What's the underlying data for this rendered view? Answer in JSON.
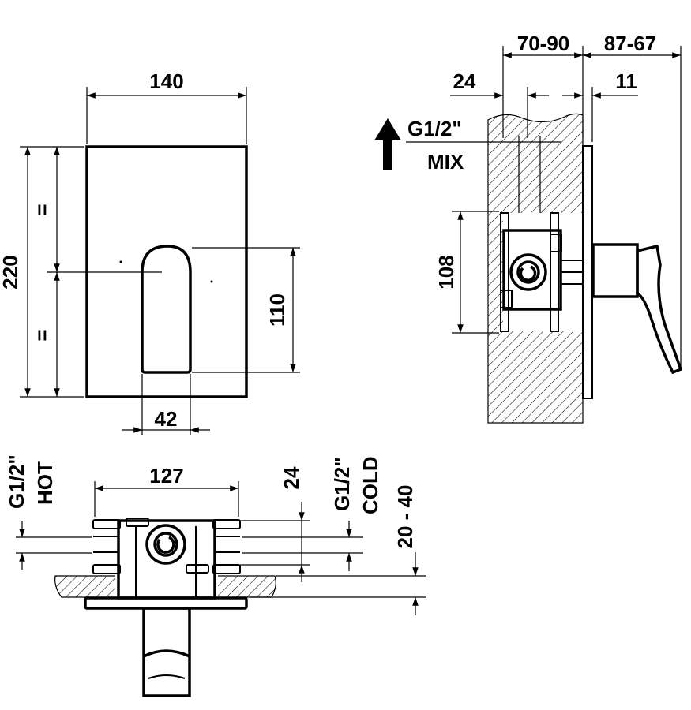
{
  "front_view": {
    "width": "140",
    "height": "220",
    "equal_mark_top": "=",
    "equal_mark_bottom": "=",
    "handle_height": "110",
    "handle_width": "42"
  },
  "side_view": {
    "depth_range": "70-90",
    "projection_range": "87-67",
    "offset": "24",
    "plate_thickness": "11",
    "body_height": "108",
    "outlet_thread": "G1/2\"",
    "outlet_label": "MIX"
  },
  "bottom_view": {
    "body_width": "127",
    "inlet_spacing": "24",
    "wall_recess": "20 - 40",
    "hot_thread": "G1/2\"",
    "hot_label": "HOT",
    "cold_thread": "G1/2\"",
    "cold_label": "COLD"
  },
  "colors": {
    "line": "#000000",
    "background": "#ffffff"
  }
}
